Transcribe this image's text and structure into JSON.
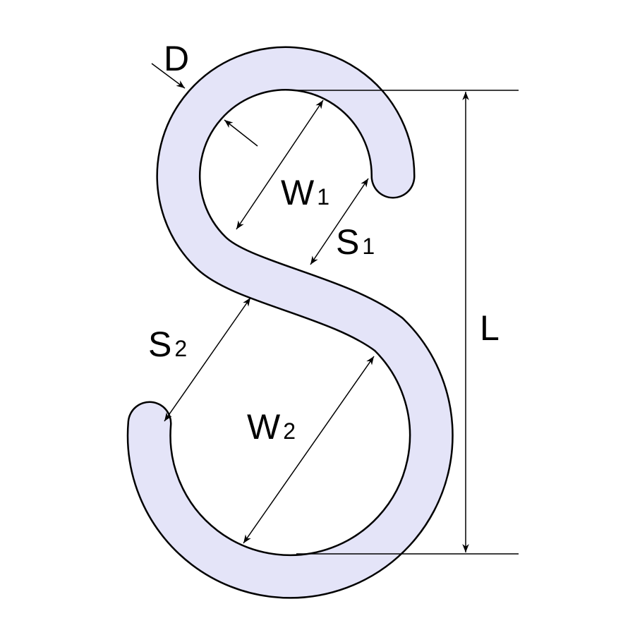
{
  "colors": {
    "hook_fill": "#e4e4f8",
    "outline": "#000000"
  },
  "labels": {
    "D": "D",
    "W1": {
      "main": "W",
      "sub": "1"
    },
    "S1": {
      "main": "S",
      "sub": "1"
    },
    "S2": {
      "main": "S",
      "sub": "2"
    },
    "W2": {
      "main": "W",
      "sub": "2"
    },
    "L": "L"
  }
}
